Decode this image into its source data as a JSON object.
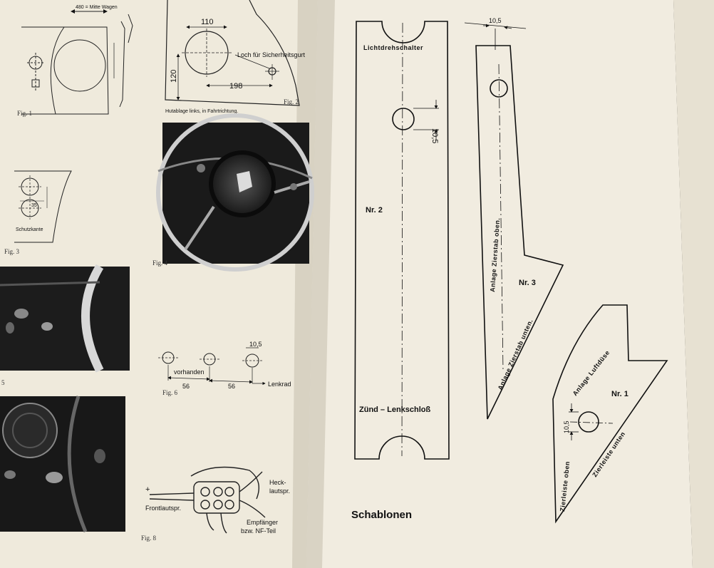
{
  "left_page": {
    "fig1": {
      "caption": "Fig. 1",
      "top_note": "480 = Mitte Wagen"
    },
    "fig2": {
      "caption": "Fig. 2",
      "dim_top": "110",
      "dim_left": "120",
      "dim_bottom": "198",
      "hole_label": "Loch für Sicherheitsgurt",
      "subcaption": "Hutablage links, in Fahrtrichtung."
    },
    "fig3": {
      "caption": "Fig. 3",
      "dim_mid": "35",
      "side_label": "Schutzkante"
    },
    "fig4": {
      "caption": "Fig. 4"
    },
    "fig5": {
      "caption": "5"
    },
    "fig6": {
      "caption": "Fig. 6",
      "dim_hole": "10,5",
      "label_existing": "vorhanden",
      "dim_a": "56",
      "dim_b": "56",
      "label_wheel": "Lenkrad"
    },
    "fig8": {
      "caption": "Fig. 8",
      "plus": "+",
      "label_front": "Frontlautspr.",
      "label_rear_1": "Heck-",
      "label_rear_2": "lautspr.",
      "label_receiver_1": "Empfänger",
      "label_receiver_2": "bzw. NF-Teil"
    }
  },
  "right_page": {
    "heading": "Schablonen",
    "t2": {
      "name": "Nr. 2",
      "top_label": "Lichtdrehschalter",
      "bottom_label": "Zünd – Lenkschloß",
      "hole_dim": "10,5"
    },
    "t3": {
      "name": "Nr. 3",
      "top_dim": "10,5",
      "edge_top": "Anlage Zierstab oben.",
      "edge_bottom": "Anlage Zierstab unten."
    },
    "t1": {
      "name": "Nr. 1",
      "hole_dim": "10,5",
      "edge_air": "Anlage Luftdüse",
      "edge_top": "Zierleiste oben",
      "edge_bottom": "Zierleiste unten"
    }
  }
}
